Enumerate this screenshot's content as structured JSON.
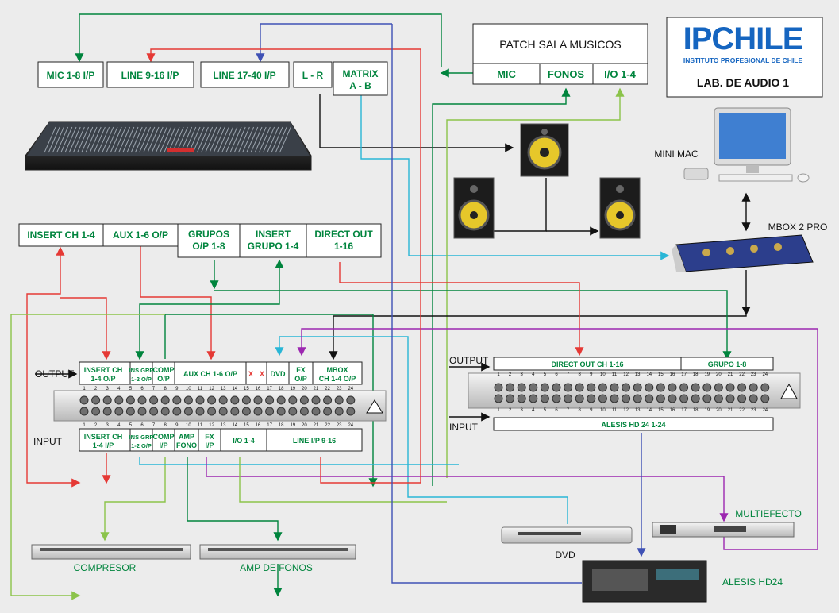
{
  "console_labels": {
    "mic_1_8": "MIC 1-8 I/P",
    "line_9_16": "LINE 9-16 I/P",
    "line_17_40": "LINE 17-40 I/P",
    "l_r": "L - R",
    "matrix_1": "MATRIX",
    "matrix_2": "A - B"
  },
  "patch_sala": {
    "title": "PATCH SALA MUSICOS",
    "mic": "MIC",
    "fonos": "FONOS",
    "io": "I/O 1-4"
  },
  "logo": {
    "brand": "IPCHILE",
    "subtitle": "INSTITUTO PROFESIONAL DE CHILE",
    "lab": "LAB. DE AUDIO 1"
  },
  "device_labels": {
    "mini_mac": "MINI MAC",
    "mbox": "MBOX 2 PRO",
    "dvd": "DVD",
    "alesis": "ALESIS HD24",
    "multiefecto": "MULTIEFECTO",
    "compresor": "COMPRESOR",
    "amp_fonos": "AMP DE FONOS"
  },
  "console_out_labels": {
    "insert_ch": "INSERT CH 1-4",
    "aux": "AUX 1-6 O/P",
    "grupos_1": "GRUPOS",
    "grupos_2": "O/P 1-8",
    "insert_grupo_1": "INSERT",
    "insert_grupo_2": "GRUPO 1-4",
    "direct_out_1": "DIRECT OUT",
    "direct_out_2": "1-16"
  },
  "patchbay_left": {
    "output_label": "OUTPUT",
    "input_label": "INPUT",
    "top": {
      "insert_ch_1": "INSERT CH",
      "insert_ch_2": "1-4 O/P",
      "ins_grp_1": "INS GRP",
      "ins_grp_2": "1-2 O/P",
      "comp_1": "COMP",
      "comp_2": "O/P",
      "aux": "AUX CH 1-6 O/P",
      "x1": "X",
      "x2": "X",
      "dvd": "DVD",
      "fx_1": "FX",
      "fx_2": "O/P",
      "mbox_1": "MBOX",
      "mbox_2": "CH 1-4 O/P"
    },
    "bottom": {
      "insert_ch_1": "INSERT CH",
      "insert_ch_2": "1-4 I/P",
      "ins_grp_1": "INS GRP",
      "ins_grp_2": "1-2 O/P",
      "comp_1": "COMP",
      "comp_2": "I/P",
      "amp_1": "AMP",
      "amp_2": "FONO",
      "fx_1": "FX",
      "fx_2": "I/P",
      "io": "I/O 1-4",
      "line": "LINE I/P 9-16"
    },
    "numbers": [
      "1",
      "2",
      "3",
      "4",
      "5",
      "6",
      "7",
      "8",
      "9",
      "10",
      "11",
      "12",
      "13",
      "14",
      "15",
      "16",
      "17",
      "18",
      "19",
      "20",
      "21",
      "22",
      "23",
      "24"
    ]
  },
  "patchbay_right": {
    "output_label": "OUTPUT",
    "input_label": "INPUT",
    "direct_out": "DIRECT OUT CH 1-16",
    "grupo": "GRUPO 1-8",
    "alesis": "ALESIS HD 24 1-24",
    "numbers": [
      "1",
      "2",
      "3",
      "4",
      "5",
      "6",
      "7",
      "8",
      "9",
      "10",
      "11",
      "12",
      "13",
      "14",
      "15",
      "16",
      "17",
      "18",
      "19",
      "20",
      "21",
      "22",
      "23",
      "24"
    ]
  },
  "colors": {
    "green": "#00843d",
    "red": "#e53935",
    "blue": "#3f51b5",
    "cyan": "#29b6d6",
    "lightgreen": "#8bc34a",
    "purple": "#9c27b0",
    "black": "#111111",
    "brand_blue": "#1565c0"
  }
}
